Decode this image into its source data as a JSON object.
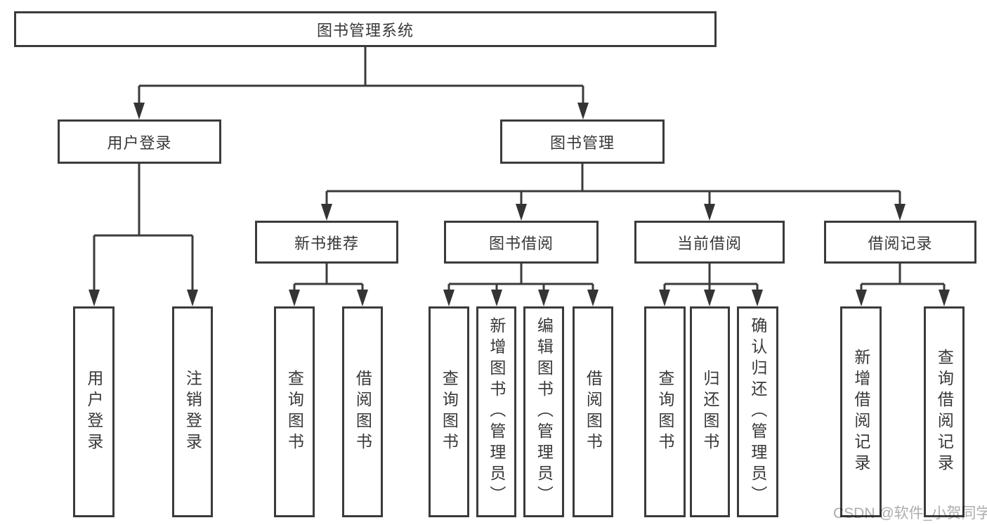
{
  "nodes": {
    "root": "图书管理系统",
    "user_login": "用户登录",
    "book_management": "图书管理",
    "new_book_recommend": "新书推荐",
    "book_borrowing": "图书借阅",
    "current_borrowing": "当前借阅",
    "borrowing_records": "借阅记录"
  },
  "leaves": {
    "user_login": [
      "用户登录",
      "注销登录"
    ],
    "new_book_recommend": [
      "查询图书",
      "借阅图书"
    ],
    "book_borrowing": [
      "查询图书",
      "新增图书（管理员）",
      "编辑图书（管理员）",
      "借阅图书"
    ],
    "current_borrowing": [
      "查询图书",
      "归还图书",
      "确认归还（管理员）"
    ],
    "borrowing_records": [
      "新增借阅记录",
      "查询借阅记录"
    ]
  },
  "watermark": "CSDN @软件_小贺同学",
  "colors": {
    "border": "#3b3b3b",
    "line": "#3b3b3b",
    "arrow": "#343434",
    "text": "#383838",
    "watermark": "#adadad",
    "background": "#ffffff"
  }
}
